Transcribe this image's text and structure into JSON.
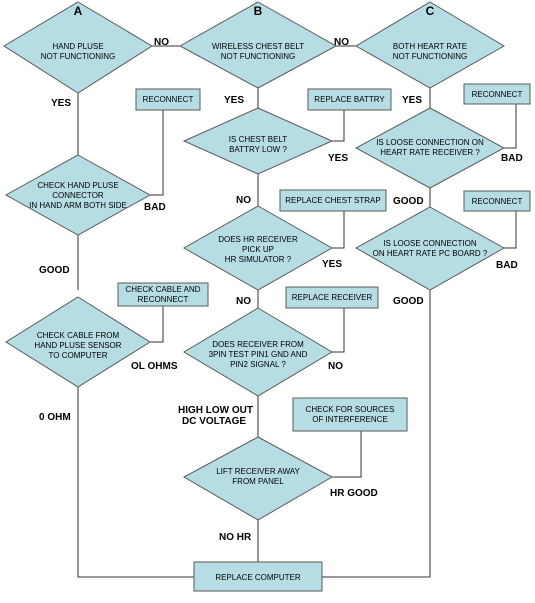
{
  "diagram": {
    "letters": {
      "a": "A",
      "b": "B",
      "c": "C"
    },
    "nodes": {
      "hand_pulse": [
        "HAND PLUSE",
        "NOT FUNCTIONING"
      ],
      "chest_belt": [
        "WIRELESS CHEST BELT",
        "NOT FUNCTIONING"
      ],
      "both_hr": [
        "BOTH HEART RATE",
        "NOT FUNCTIONING"
      ],
      "reconnect_a": [
        "RECONNECT"
      ],
      "replace_battery": [
        "REPLACE BATTRY"
      ],
      "reconnect_c1": [
        "RECONNECT"
      ],
      "battery_low": [
        "IS CHEST BELT",
        "BATTRY LOW ?"
      ],
      "loose_receiver": [
        "IS LOOSE CONNECTION ON",
        "HEART RATE RECEIVER ?"
      ],
      "check_connector": [
        "CHECK HAND PLUSE",
        "CONNECTOR",
        "IN HAND ARM BOTH SIDE"
      ],
      "replace_strap": [
        "REPLACE CHEST STRAP"
      ],
      "reconnect_c2": [
        "RECONNECT"
      ],
      "hr_pickup": [
        "DOES HR RECEIVER",
        "PICK UP",
        "HR SIMULATOR ?"
      ],
      "loose_pc": [
        "IS LOOSE CONNECTION",
        "ON HEART RATE PC BOARD ?"
      ],
      "check_cable_reconnect": [
        "CHECK CABLE AND",
        "RECONNECT"
      ],
      "replace_receiver": [
        "REPLACE RECEIVER"
      ],
      "check_cable": [
        "CHECK CABLE FROM",
        "HAND PLUSE SENSOR",
        "TO COMPUTER"
      ],
      "receiver_signal": [
        "DOES RECEIVER FROM",
        "3PIN TEST PIN1 GND AND",
        "PIN2 SIGNAL ?"
      ],
      "interference": [
        "CHECK FOR SOURCES",
        "OF INTERFERENCE"
      ],
      "lift_receiver": [
        "LIFT RECEIVER AWAY",
        "FROM PANEL"
      ],
      "replace_computer": [
        "REPLACE COMPUTER"
      ]
    },
    "edge_labels": {
      "no_ab": "NO",
      "no_bc": "NO",
      "yes_a": "YES",
      "yes_b": "YES",
      "yes_c": "YES",
      "yes_battery": "YES",
      "bad_receiver": "BAD",
      "bad_connector": "BAD",
      "no_battery": "NO",
      "good_receiver": "GOOD",
      "good_connector": "GOOD",
      "yes_pickup": "YES",
      "bad_pc": "BAD",
      "no_pickup": "NO",
      "good_pc": "GOOD",
      "ol_ohms": "OL OHMS",
      "no_signal": "NO",
      "zero_ohm": "0 OHM",
      "hilo_1": "HIGH LOW OUT",
      "hilo_2": "DC VOLTAGE",
      "hr_good": "HR GOOD",
      "no_hr": "NO HR"
    }
  }
}
